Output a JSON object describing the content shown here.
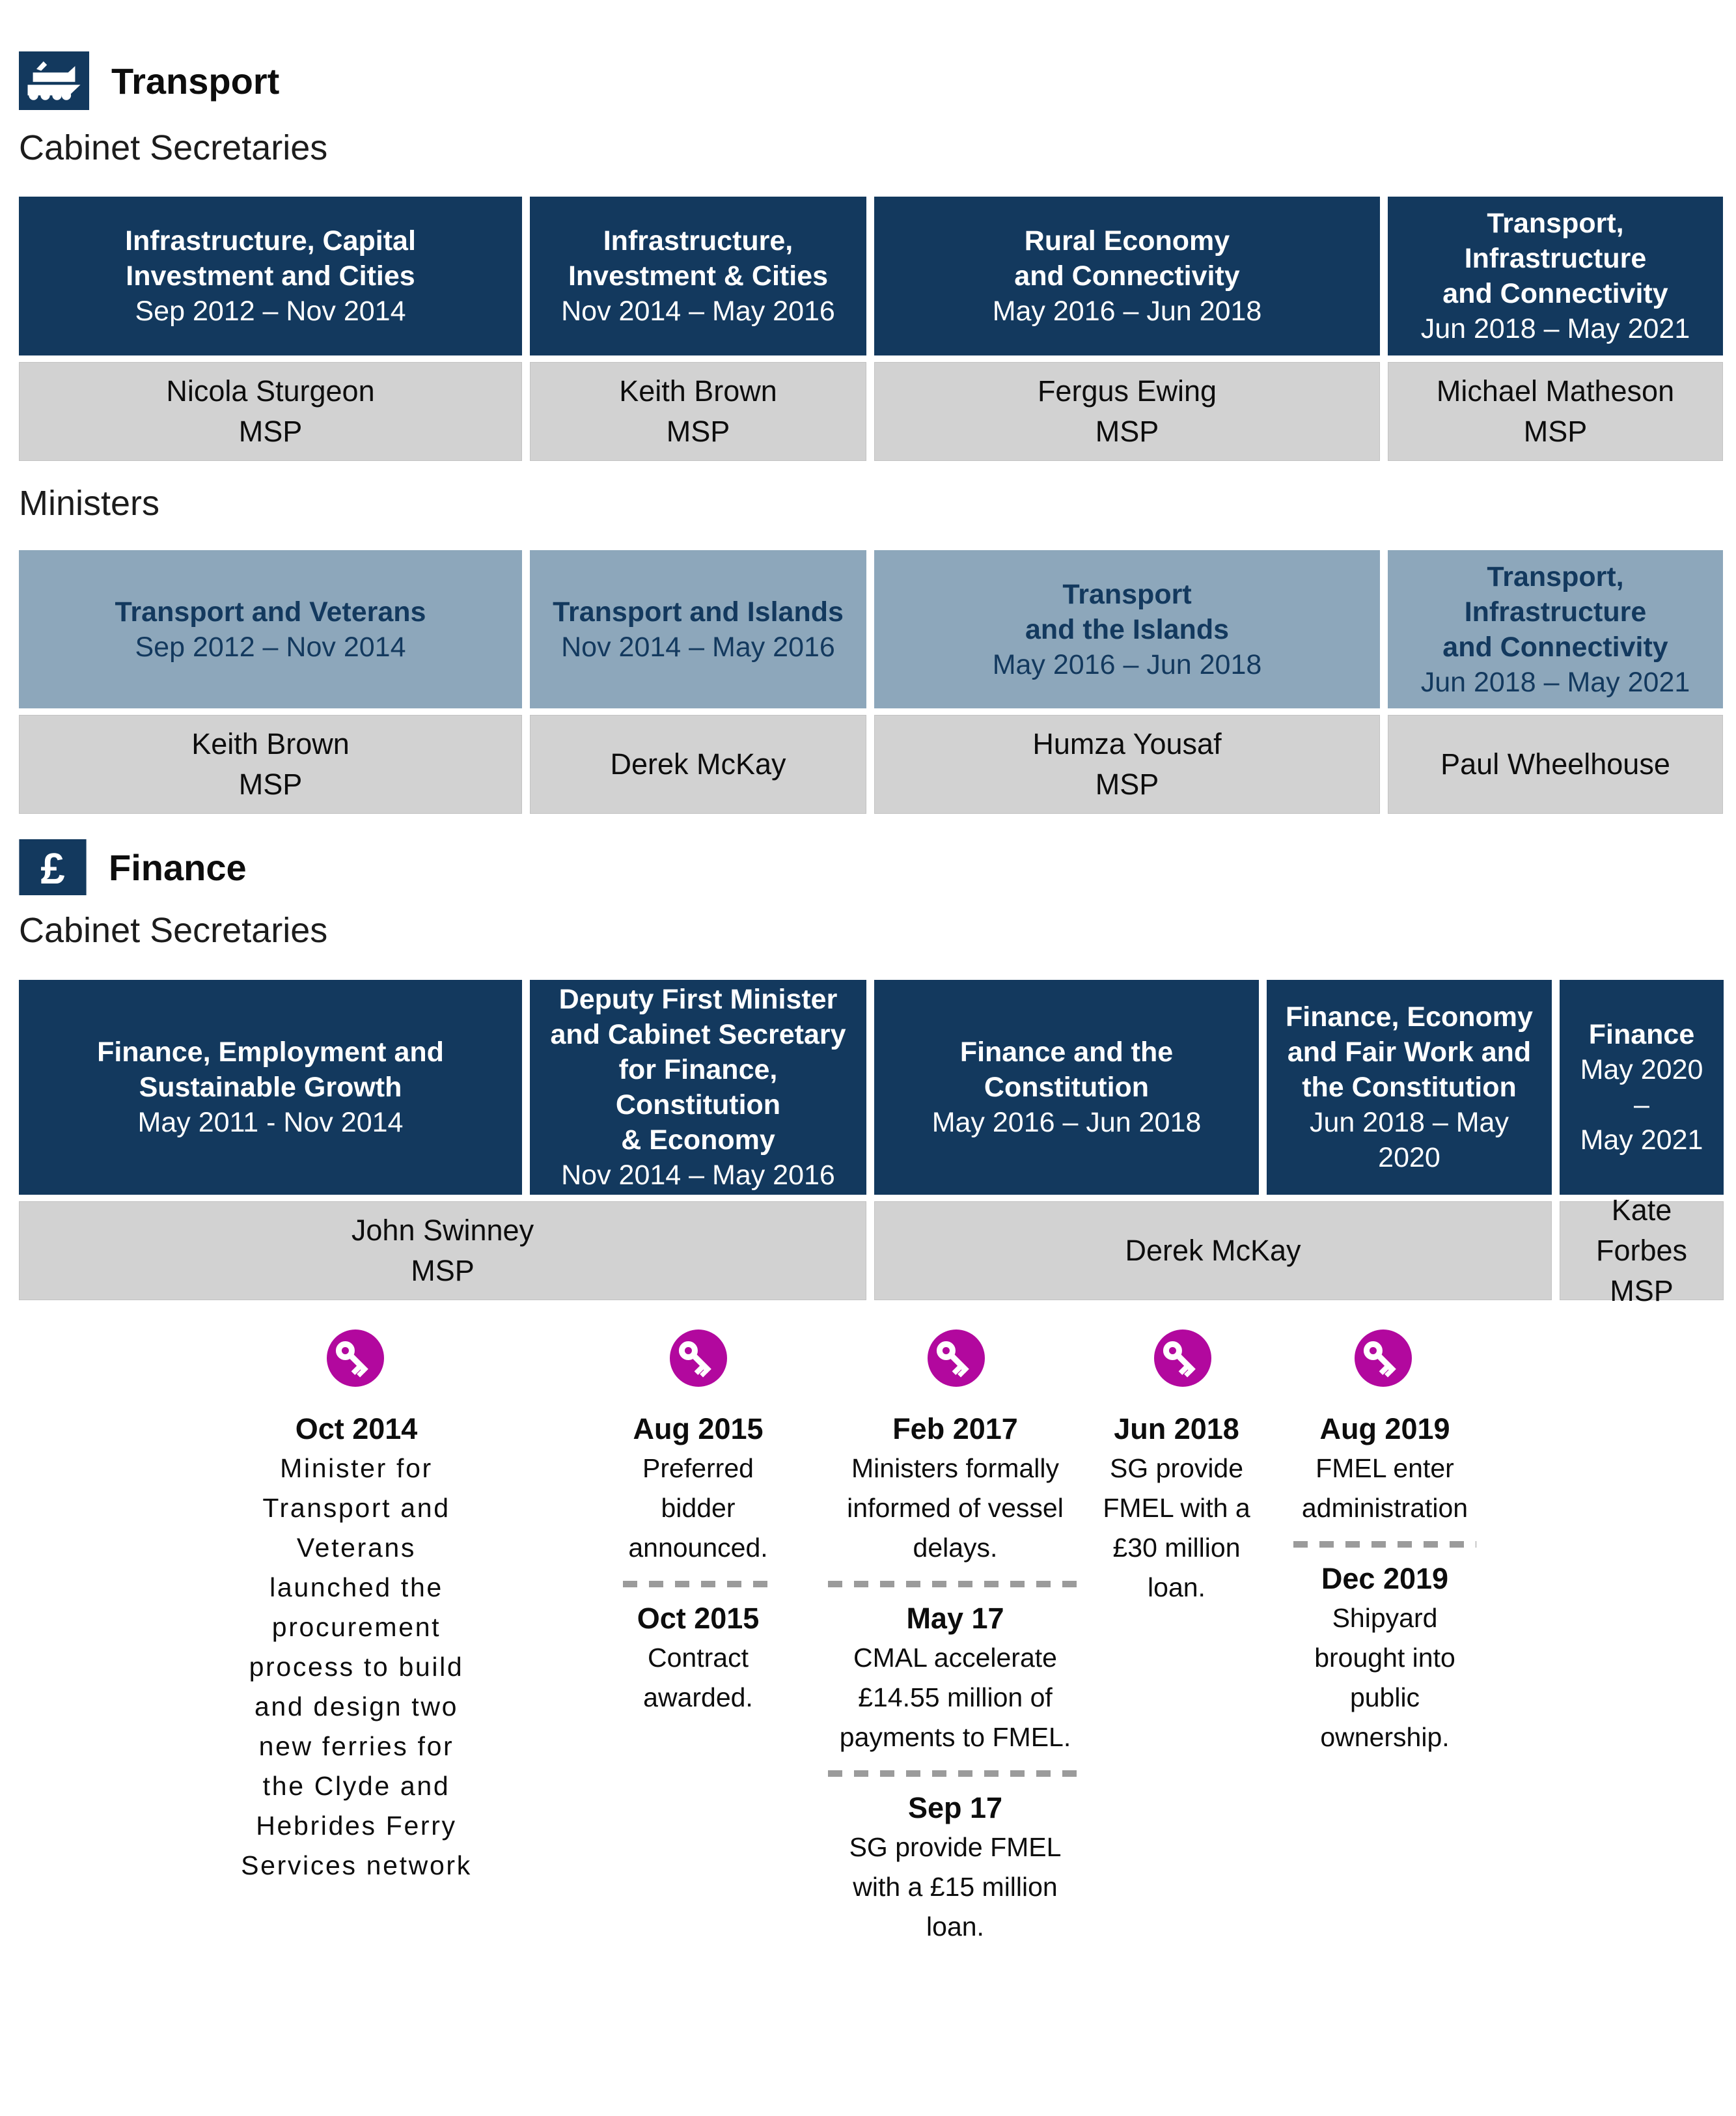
{
  "colors": {
    "navy": "#13395e",
    "minister_blue": "#8da7bb",
    "name_gray": "#d2d2d2",
    "key_magenta": "#b2089e",
    "divider_gray": "#9b9b9b"
  },
  "sections": {
    "transport": {
      "title": "Transport",
      "icon": "ferry-icon",
      "cabinet_label": "Cabinet Secretaries",
      "ministers_label": "Ministers",
      "cabinet": [
        {
          "role": "Infrastructure, Capital\nInvestment and Cities",
          "period": "Sep 2012 – Nov 2014",
          "name": "Nicola Sturgeon",
          "suffix": "MSP"
        },
        {
          "role": "Infrastructure,\nInvestment & Cities",
          "period": "Nov 2014 – May 2016",
          "name": "Keith Brown",
          "suffix": "MSP"
        },
        {
          "role": "Rural Economy\nand Connectivity",
          "period": "May 2016 – Jun 2018",
          "name": "Fergus Ewing",
          "suffix": "MSP"
        },
        {
          "role": "Transport,\nInfrastructure\nand Connectivity",
          "period": "Jun 2018 – May 2021",
          "name": "Michael Matheson",
          "suffix": "MSP"
        }
      ],
      "ministers": [
        {
          "role": "Transport and Veterans",
          "period": "Sep 2012 – Nov 2014",
          "name": "Keith Brown",
          "suffix": "MSP"
        },
        {
          "role": "Transport and Islands",
          "period": "Nov 2014 – May 2016",
          "name": "Derek McKay",
          "suffix": ""
        },
        {
          "role": "Transport\nand the Islands",
          "period": "May 2016 – Jun 2018",
          "name": "Humza Yousaf",
          "suffix": "MSP"
        },
        {
          "role": "Transport,\nInfrastructure\nand Connectivity",
          "period": "Jun 2018 – May 2021",
          "name": "Paul Wheelhouse",
          "suffix": ""
        }
      ]
    },
    "finance": {
      "title": "Finance",
      "icon": "pound-sterling-icon",
      "icon_glyph": "£",
      "cabinet_label": "Cabinet Secretaries",
      "cabinet": [
        {
          "role": "Finance, Employment and\nSustainable Growth",
          "period": "May 2011 - Nov 2014"
        },
        {
          "role": "Deputy First Minister\nand Cabinet Secretary\nfor Finance, Constitution\n& Economy",
          "period": "Nov 2014 – May 2016"
        },
        {
          "role": "Finance and the\nConstitution",
          "period": "May 2016 – Jun 2018"
        },
        {
          "role": "Finance, Economy\nand Fair Work and\nthe Constitution",
          "period": "Jun 2018 – May\n2020"
        },
        {
          "role": "Finance",
          "period": "May 2020\n–\nMay 2021"
        }
      ],
      "names": [
        {
          "name": "John Swinney",
          "suffix": "MSP"
        },
        {
          "name": "Derek McKay",
          "suffix": ""
        },
        {
          "name": "Kate Forbes",
          "suffix": "MSP"
        }
      ]
    }
  },
  "timeline": {
    "icon": "key-icon",
    "columns": [
      {
        "entries": [
          {
            "date": "Oct 2014",
            "text": "Minister for Transport and Veterans launched the procurement process to build and design two new ferries for the Clyde and Hebrides Ferry Services network"
          }
        ]
      },
      {
        "entries": [
          {
            "date": "Aug 2015",
            "text": "Preferred bidder announced."
          },
          {
            "date": "Oct 2015",
            "text": "Contract awarded."
          }
        ]
      },
      {
        "entries": [
          {
            "date": "Feb 2017",
            "text": "Ministers formally informed of vessel delays."
          },
          {
            "date": "May 17",
            "text": "CMAL accelerate £14.55 million of payments to FMEL."
          },
          {
            "date": "Sep 17",
            "text": "SG provide FMEL with a £15 million loan."
          }
        ]
      },
      {
        "entries": [
          {
            "date": "Jun 2018",
            "text": "SG provide FMEL with a £30 million loan."
          }
        ]
      },
      {
        "entries": [
          {
            "date": "Aug 2019",
            "text": "FMEL enter administration"
          },
          {
            "date": "Dec 2019",
            "text": "Shipyard brought into public ownership."
          }
        ]
      }
    ]
  }
}
